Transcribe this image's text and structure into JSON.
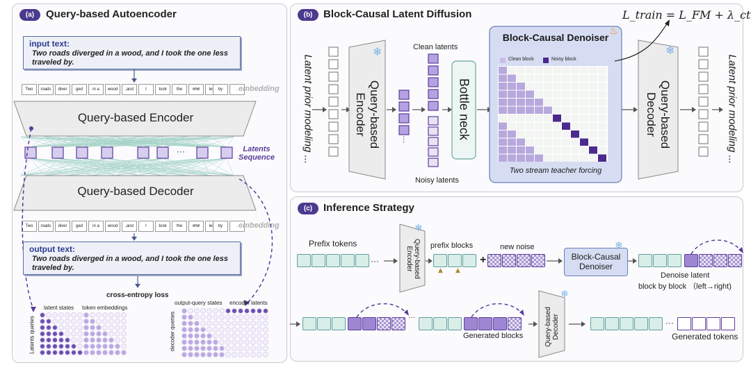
{
  "panel_a": {
    "tag": "(a)",
    "title": "Query-based Autoencoder",
    "input_head": "input text:",
    "input_body": "Two roads diverged in a wood, and I took the one less traveled by.",
    "tokens_top": [
      "Two",
      "roads",
      "diver",
      "ged",
      "in a",
      "wood",
      ",and",
      "I",
      "took",
      "the",
      "one",
      "less"
    ],
    "tokens_top_tail": [
      "by",
      "."
    ],
    "tokens_bottom": [
      "Two",
      "roads",
      "diver",
      "ged",
      "in a",
      "wood",
      ",and",
      "I",
      "took",
      "the",
      "one",
      "less"
    ],
    "tokens_bottom_tail": [
      "by",
      "."
    ],
    "ellipsis": "···",
    "embedding": "embedding",
    "encoder": "Query-based Encoder",
    "decoder": "Query-based Decoder",
    "latents_seq": "Latents\nSequence",
    "latents_line1": "Latents",
    "latents_line2": "Sequence",
    "output_head": "output text:",
    "output_body": "Two roads diverged in a wood, and I took the one less traveled by.",
    "ce_loss": "cross-entropy loss",
    "latent_states": "latent states",
    "token_embeddings": "token embeddings",
    "latents_queries": "Latents queries",
    "output_query_states": "output-query states",
    "encoder_latents": "encoder latents",
    "decoder_queries": "decoder queries"
  },
  "panel_b": {
    "tag": "(b)",
    "title": "Block-Causal Latent Diffusion",
    "loss": "L_train = L_FM + λ_ct L_ct",
    "left_label": "Latent prior modeling ...",
    "right_label": "Latent prior modeling ...",
    "encoder": "Query-based Encoder",
    "clean_latents": "Clean latents",
    "noisy_latents": "Noisy latents",
    "bottleneck": "Bottle neck",
    "denoiser_title": "Block-Causal Denoiser",
    "legend_clean": "Clean block",
    "legend_noisy": "Noisy block",
    "teacher_forcing": "Two stream teacher forcing",
    "decoder": "Query-based Decoder",
    "dots": "···"
  },
  "panel_c": {
    "tag": "(c)",
    "title": "Inference Strategy",
    "prefix_tokens": "Prefix tokens",
    "encoder": "Query-based Encoder",
    "prefix_blocks": "prefix blocks",
    "new_noise": "new noise",
    "denoiser": "Block-Causal Denoiser",
    "denoise_latent": "Denoise latent",
    "block_by_block": "block by block （left→right)",
    "generated_blocks": "Generated blocks",
    "decoder": "Query-based Decoder",
    "generated_tokens": "Generated tokens",
    "plus": "+",
    "dots": "···"
  },
  "colors": {
    "purple_dark": "#4b3a8e",
    "purple_block": "#9f86d3",
    "teal": "#5f9e9a",
    "teal_fill": "#d9ede9",
    "denoiser_fill": "#d6ddf2",
    "arrow": "#555555"
  }
}
